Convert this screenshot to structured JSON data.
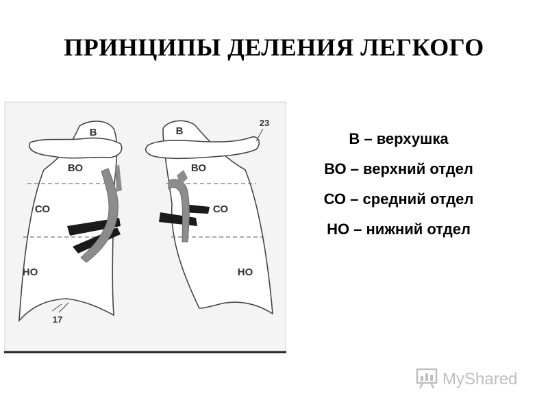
{
  "title": "ПРИНЦИПЫ ДЕЛЕНИЯ ЛЕГКОГО",
  "diagram": {
    "left_lung": {
      "apex": "В",
      "upper": "ВО",
      "middle": "СО",
      "lower": "НО",
      "rib_number": "17"
    },
    "right_lung": {
      "apex": "В",
      "upper": "ВО",
      "middle": "СО",
      "lower": "НО",
      "rib_number": "23"
    }
  },
  "legend": [
    "В – верхушка",
    "ВО – верхний отдел",
    "СО – средний отдел",
    "НО – нижний отдел"
  ],
  "watermark": {
    "text": "MyShared",
    "icon": "presentation-board-icon"
  }
}
